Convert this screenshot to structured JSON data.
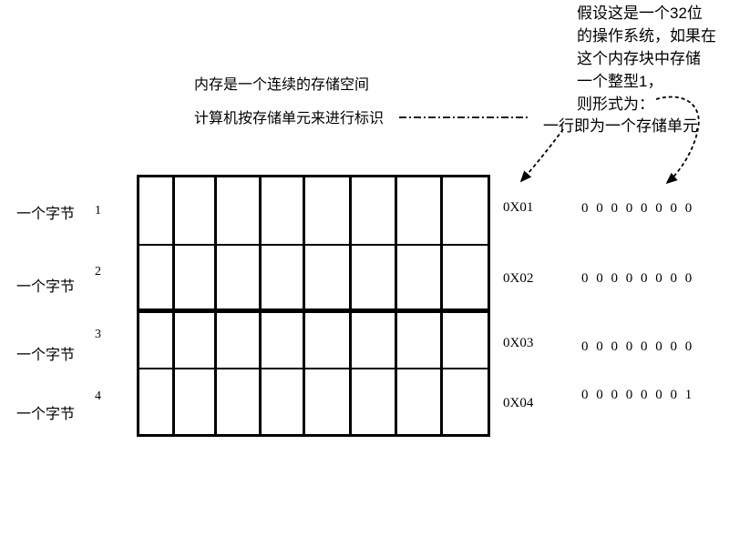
{
  "note_left": {
    "line1": "内存是一个连续的存储空间",
    "line2": "计算机按存储单元来进行标识"
  },
  "note_right": {
    "lines": [
      "假设这是一个32位",
      "的操作系统，如果在",
      "这个内存块中存储",
      "一个整型1，",
      "则形式为："
    ],
    "row_unit_label": "一行即为一个存储单元"
  },
  "memory": {
    "grid_rows": 4,
    "grid_cols": 8,
    "rows": [
      {
        "byte_label": "一个字节",
        "index": "1",
        "address": "0X01",
        "bits": "0 0 0 0 0 0 0 0"
      },
      {
        "byte_label": "一个字节",
        "index": "2",
        "address": "0X02",
        "bits": "0 0 0 0 0 0 0 0"
      },
      {
        "byte_label": "一个字节",
        "index": "3",
        "address": "0X03",
        "bits": "0 0 0 0 0 0 0 0"
      },
      {
        "byte_label": "一个字节",
        "index": "4",
        "address": "0X04",
        "bits": "0 0 0 0 0 0 0 1"
      }
    ]
  },
  "colors": {
    "ink": "#000000",
    "background": "#ffffff"
  }
}
